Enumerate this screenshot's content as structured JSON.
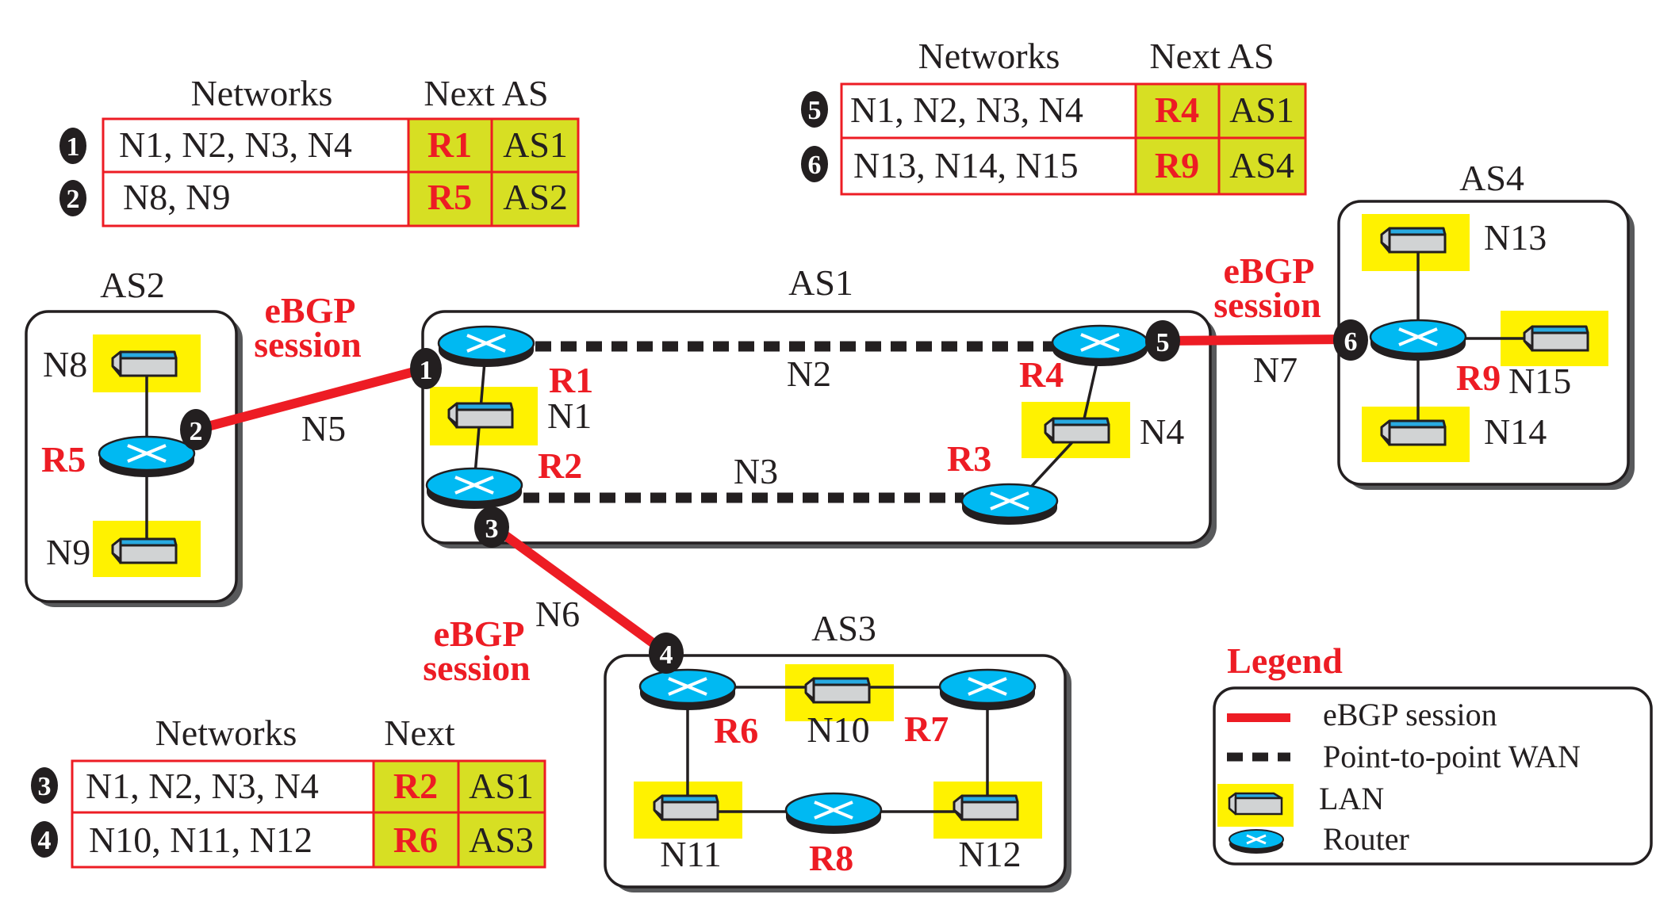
{
  "colors": {
    "ebgp": "#ed1c24",
    "lan_highlight": "#fff200",
    "table_nexthop_fill": "#d7df23",
    "router": "#00b9f2",
    "lan_top": "#29aae1",
    "lan_body": "#d1d3d4"
  },
  "tables": [
    {
      "id": "table-r1-r5",
      "header_networks": "Networks",
      "header_next": "Next AS",
      "rows": [
        {
          "bullet": "1",
          "networks": "N1, N2, N3, N4",
          "next_router": "R1",
          "next_as": "AS1"
        },
        {
          "bullet": "2",
          "networks": "N8, N9",
          "next_router": "R5",
          "next_as": "AS2"
        }
      ]
    },
    {
      "id": "table-r4-r9",
      "header_networks": "Networks",
      "header_next": "Next AS",
      "rows": [
        {
          "bullet": "5",
          "networks": "N1, N2, N3, N4",
          "next_router": "R4",
          "next_as": "AS1"
        },
        {
          "bullet": "6",
          "networks": "N13, N14, N15",
          "next_router": "R9",
          "next_as": "AS4"
        }
      ]
    },
    {
      "id": "table-r2-r6",
      "header_networks": "Networks",
      "header_next": "Next",
      "rows": [
        {
          "bullet": "3",
          "networks": "N1, N2, N3, N4",
          "next_router": "R2",
          "next_as": "AS1"
        },
        {
          "bullet": "4",
          "networks": "N10, N11, N12",
          "next_router": "R6",
          "next_as": "AS3"
        }
      ]
    }
  ],
  "autonomous_systems": {
    "as1": "AS1",
    "as2": "AS2",
    "as3": "AS3",
    "as4": "AS4"
  },
  "routers": {
    "r1": "R1",
    "r2": "R2",
    "r3": "R3",
    "r4": "R4",
    "r5": "R5",
    "r6": "R6",
    "r7": "R7",
    "r8": "R8",
    "r9": "R9"
  },
  "networks": {
    "n1": "N1",
    "n2": "N2",
    "n3": "N3",
    "n4": "N4",
    "n5": "N5",
    "n6": "N6",
    "n7": "N7",
    "n8": "N8",
    "n9": "N9",
    "n10": "N10",
    "n11": "N11",
    "n12": "N12",
    "n13": "N13",
    "n14": "N14",
    "n15": "N15"
  },
  "ebgp_label": {
    "line1": "eBGP",
    "line2": "session"
  },
  "bullets": {
    "b1": "1",
    "b2": "2",
    "b3": "3",
    "b4": "4",
    "b5": "5",
    "b6": "6"
  },
  "legend": {
    "title": "Legend",
    "items": [
      {
        "symbol": "ebgp-line",
        "label": "eBGP session"
      },
      {
        "symbol": "dashed-line",
        "label": "Point-to-point WAN"
      },
      {
        "symbol": "lan-icon",
        "label": "LAN"
      },
      {
        "symbol": "router-icon",
        "label": "Router"
      }
    ]
  }
}
